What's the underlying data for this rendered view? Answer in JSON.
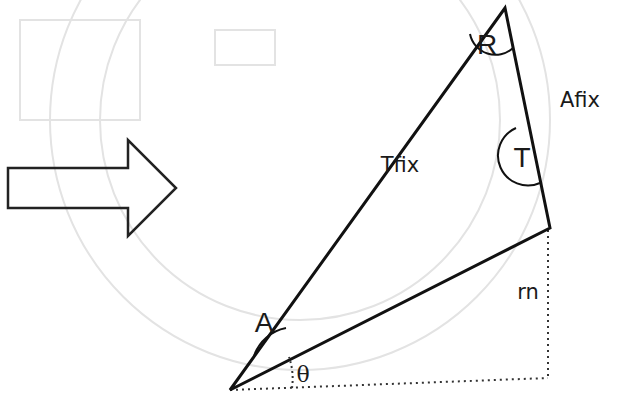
{
  "diagram": {
    "labels": [
      "R",
      "T",
      "A",
      "Tfix",
      "Afix",
      "rn",
      "θ"
    ]
  }
}
